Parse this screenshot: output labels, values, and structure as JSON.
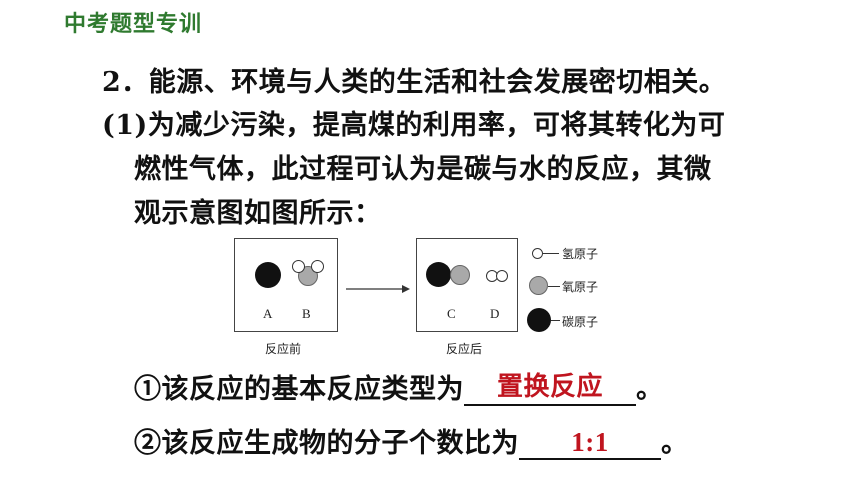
{
  "header": {
    "title": "中考题型专训"
  },
  "question": {
    "line1": "2．能源、环境与人类的生活和社会发展密切相关。",
    "line2": "(1)为减少污染，提高煤的利用率，可将其转化为可",
    "line3": "燃性气体，此过程可认为是碳与水的反应，其微",
    "line4": "观示意图如图所示："
  },
  "figure": {
    "labels": {
      "a": "A",
      "b": "B",
      "c": "C",
      "d": "D"
    },
    "caption_before": "反应前",
    "caption_after": "反应后",
    "legend": {
      "hydrogen": "氢原子",
      "oxygen": "氧原子",
      "carbon": "碳原子"
    }
  },
  "sub_questions": [
    {
      "prefix": "①该反应的基本反应类型为",
      "answer": "置换反应",
      "suffix": "。"
    },
    {
      "prefix": "②该反应生成物的分子个数比为",
      "answer": "1:1",
      "suffix": "。"
    }
  ],
  "colors": {
    "header": "#2f7a2f",
    "answer": "#c0151f"
  }
}
